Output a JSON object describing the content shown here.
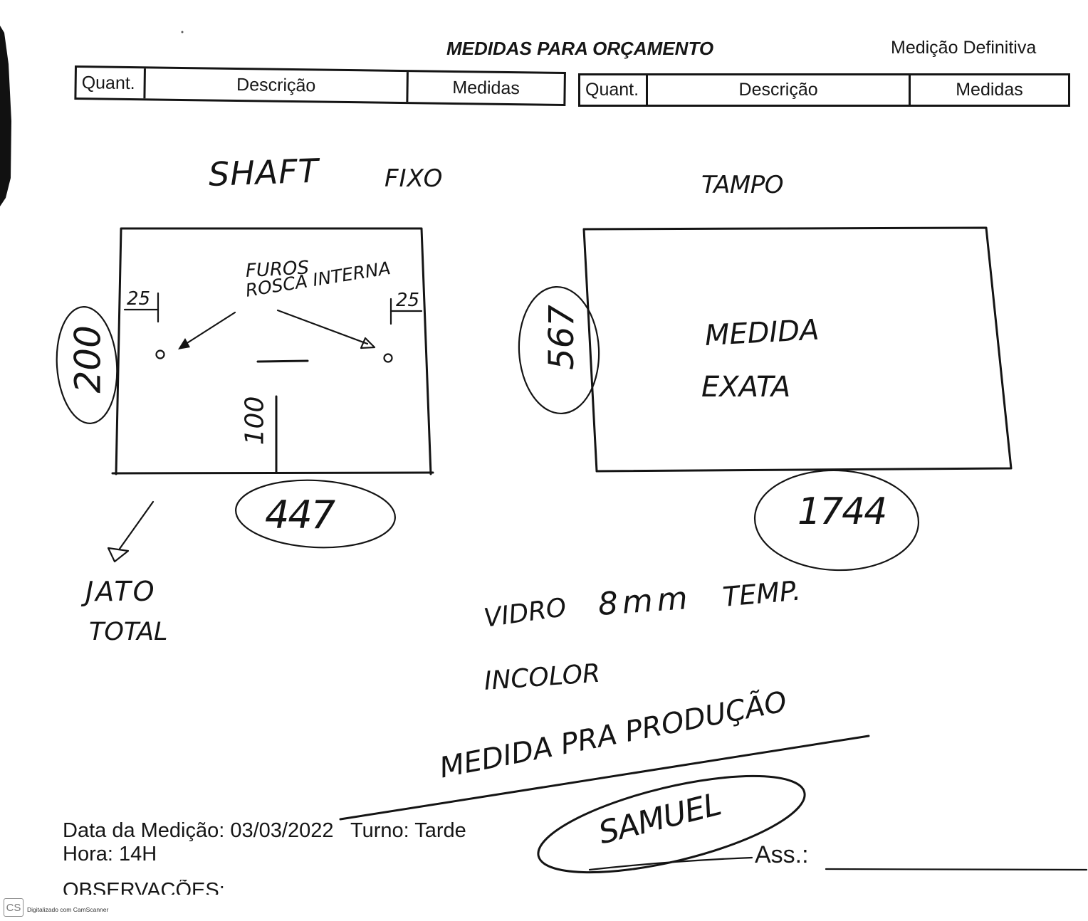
{
  "header": {
    "title": "MEDIDAS PARA ORÇAMENTO",
    "status": "Medição Definitiva"
  },
  "tables": [
    {
      "columns": [
        "Quant.",
        "Descrição",
        "Medidas"
      ]
    },
    {
      "columns": [
        "Quant.",
        "Descrição",
        "Medidas"
      ]
    }
  ],
  "shaft": {
    "title": "SHAFT",
    "type": "FIXO",
    "holes_label": "FUROS",
    "holes_detail": "ROSCA INTERNA",
    "left_offset": "25",
    "right_offset": "25",
    "height": "200",
    "width": "447",
    "post_height": "100",
    "finish_line1": "JATO",
    "finish_line2": "TOTAL"
  },
  "lid": {
    "title": "TAMPO",
    "height": "567",
    "width": "1744",
    "note_line1": "MEDIDA",
    "note_line2": "EXATA"
  },
  "glass": {
    "material": "VIDRO",
    "thickness": "8mm",
    "treatment": "TEMP.",
    "tint": "INCOLOR"
  },
  "production_note": "MEDIDA PRA PRODUÇÃO",
  "signature": "SAMUEL",
  "footer": {
    "date": "Data da Medição: 03/03/2022",
    "shift": "Turno: Tarde",
    "time": "Hora: 14H",
    "observations": "OBSERVAÇÕES:",
    "signature_label": "Ass.:"
  },
  "scanner": {
    "logo": "CS",
    "caption": "Digitalizado com CamScanner"
  }
}
